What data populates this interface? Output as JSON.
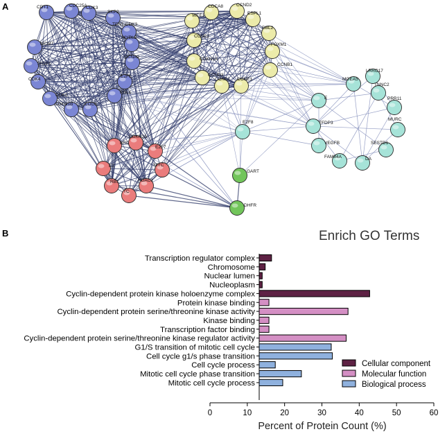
{
  "panels": {
    "a": "A",
    "b": "B"
  },
  "network": {
    "colors": {
      "blue": "#7b86d4",
      "yellow": "#ecebaa",
      "teal": "#a6e3d8",
      "red": "#ea7c7c",
      "green": "#72c55b",
      "edge_dark": "#2b3566",
      "edge_light": "#7d88b8"
    },
    "nodes": [
      {
        "id": "CDT1",
        "group": "blue"
      },
      {
        "id": "CDC25A",
        "group": "blue"
      },
      {
        "id": "CDK3",
        "group": "blue"
      },
      {
        "id": "SKP2",
        "group": "blue"
      },
      {
        "id": "TEN1-CDK3",
        "group": "blue"
      },
      {
        "id": "MYBL2",
        "group": "blue"
      },
      {
        "id": "MCM7",
        "group": "blue"
      },
      {
        "id": "TFDP1",
        "group": "blue"
      },
      {
        "id": "CDK4",
        "group": "blue"
      },
      {
        "id": "CCNA2",
        "group": "blue"
      },
      {
        "id": "E2F1",
        "group": "blue"
      },
      {
        "id": "CDK2",
        "group": "blue"
      },
      {
        "id": "RBL1",
        "group": "blue"
      },
      {
        "id": "CDKN1B",
        "group": "blue"
      },
      {
        "id": "CDC6",
        "group": "blue"
      },
      {
        "id": "CDCA8",
        "group": "yellow"
      },
      {
        "id": "CCND2",
        "group": "yellow"
      },
      {
        "id": "WEE1",
        "group": "yellow"
      },
      {
        "id": "ESPL1",
        "group": "yellow"
      },
      {
        "id": "RBL2",
        "group": "yellow"
      },
      {
        "id": "CCNE2",
        "group": "yellow"
      },
      {
        "id": "FOXM1",
        "group": "yellow"
      },
      {
        "id": "CDKN1A",
        "group": "yellow"
      },
      {
        "id": "CCNB1",
        "group": "yellow"
      },
      {
        "id": "CCND3",
        "group": "yellow"
      },
      {
        "id": "CCND1",
        "group": "yellow"
      },
      {
        "id": "CCNE1",
        "group": "yellow"
      },
      {
        "id": "MGEA5",
        "group": "teal"
      },
      {
        "id": "LRRC17",
        "group": "teal"
      },
      {
        "id": "TNNC2",
        "group": "teal"
      },
      {
        "id": "PRR11",
        "group": "teal"
      },
      {
        "id": "MURC",
        "group": "teal"
      },
      {
        "id": "SESTD1",
        "group": "teal"
      },
      {
        "id": "DA",
        "group": "teal"
      },
      {
        "id": "FAM84A",
        "group": "teal"
      },
      {
        "id": "VEGFB",
        "group": "teal"
      },
      {
        "id": "TFDP3",
        "group": "teal"
      },
      {
        "id": "E",
        "group": "teal"
      },
      {
        "id": "E2F8",
        "group": "teal"
      },
      {
        "id": "BRCA1",
        "group": "red"
      },
      {
        "id": "CDKN2A",
        "group": "red"
      },
      {
        "id": "E2F7",
        "group": "red"
      },
      {
        "id": "MYC",
        "group": "red"
      },
      {
        "id": "HDAC1",
        "group": "red"
      },
      {
        "id": "TC",
        "group": "red"
      },
      {
        "id": "RB1",
        "group": "red"
      },
      {
        "id": "E2",
        "group": "red"
      },
      {
        "id": "GART",
        "group": "green"
      },
      {
        "id": "DHFR",
        "group": "green"
      }
    ]
  },
  "chart_data": {
    "type": "bar",
    "orientation": "horizontal",
    "title": "Enrich GO Terms",
    "xlabel": "Percent of Protein Count (%)",
    "xlim": [
      0,
      60
    ],
    "xticks": [
      0,
      10,
      20,
      30,
      40,
      50,
      60
    ],
    "categories": [
      "Transcription regulator complex",
      "Chromosome",
      "Nuclear lumen",
      "Nucleoplasm",
      "Cyclin-dependent protein kinase holoenzyme complex",
      "Protein kinase binding",
      "Cyclin-dependent protein serine/threonine kinase activity",
      "Kinase binding",
      "Transcription factor binding",
      "Cyclin-dependent protein serine/threonine kinase regulator activity",
      "G1/S transition of mitotic cell cycle",
      "Cell cycle g1/s phase transition",
      "Cell cycle process",
      "Mitotic cell cycle phase transition",
      "Mitotic cell cycle process"
    ],
    "values": [
      16.5,
      14.8,
      14.0,
      14.0,
      42.8,
      15.8,
      37.0,
      15.8,
      15.8,
      36.5,
      32.5,
      32.8,
      17.5,
      24.5,
      19.5
    ],
    "groups": [
      0,
      0,
      0,
      0,
      0,
      1,
      1,
      1,
      1,
      1,
      2,
      2,
      2,
      2,
      2
    ],
    "series": [
      {
        "name": "Cellular component",
        "color": "#5e2244"
      },
      {
        "name": "Molecular function",
        "color": "#d48fc4"
      },
      {
        "name": "Biological process",
        "color": "#8fb1de"
      }
    ],
    "legend_position": "right",
    "grid": false
  }
}
